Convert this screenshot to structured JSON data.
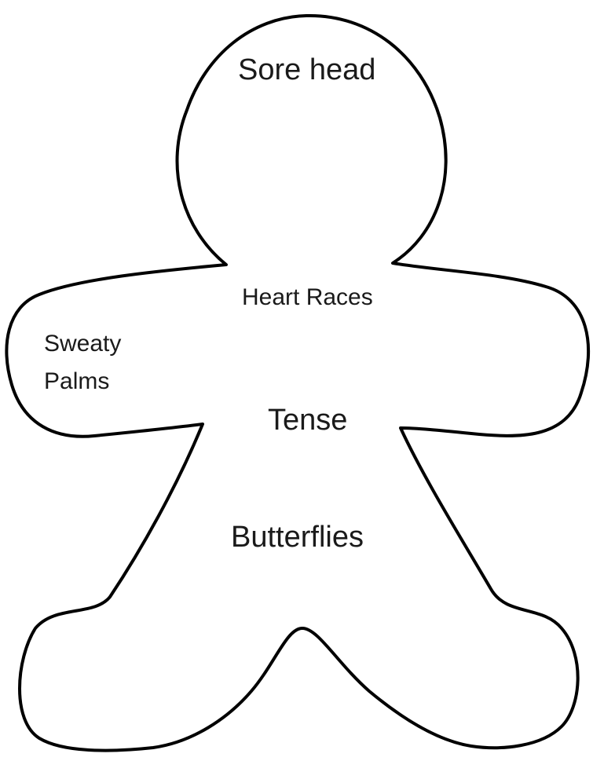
{
  "labels": {
    "head": "Sore head",
    "heart": "Heart Races",
    "hands_line1": "Sweaty",
    "hands_line2": "Palms",
    "chest": "Tense",
    "stomach": "Butterflies"
  },
  "colors": {
    "outline": "#000000",
    "fill": "#ffffff",
    "text": "#1a1a1a"
  }
}
